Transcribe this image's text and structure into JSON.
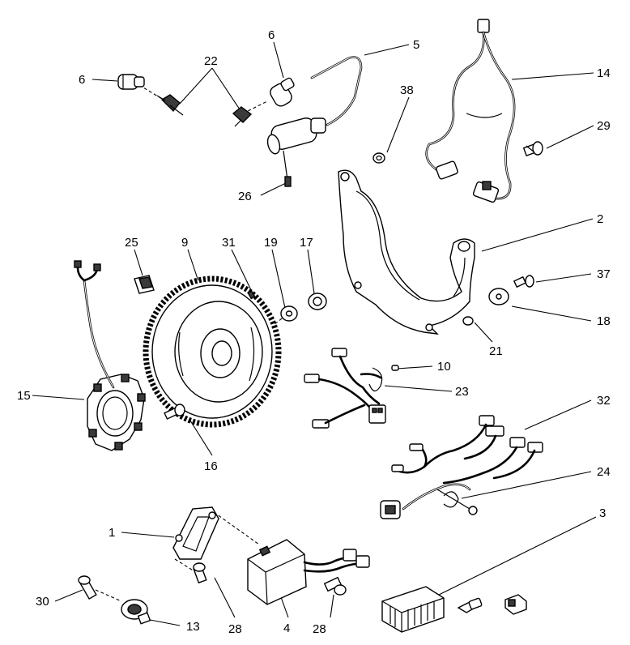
{
  "labels": [
    {
      "id": "l6a",
      "text": "6"
    },
    {
      "id": "l22",
      "text": "22"
    },
    {
      "id": "l6b",
      "text": "6"
    },
    {
      "id": "l5",
      "text": "5"
    },
    {
      "id": "l38",
      "text": "38"
    },
    {
      "id": "l14",
      "text": "14"
    },
    {
      "id": "l29",
      "text": "29"
    },
    {
      "id": "l26",
      "text": "26"
    },
    {
      "id": "l2",
      "text": "2"
    },
    {
      "id": "l25",
      "text": "25"
    },
    {
      "id": "l9",
      "text": "9"
    },
    {
      "id": "l31",
      "text": "31"
    },
    {
      "id": "l19",
      "text": "19"
    },
    {
      "id": "l17",
      "text": "17"
    },
    {
      "id": "l37",
      "text": "37"
    },
    {
      "id": "l18",
      "text": "18"
    },
    {
      "id": "l21",
      "text": "21"
    },
    {
      "id": "l10",
      "text": "10"
    },
    {
      "id": "l15",
      "text": "15"
    },
    {
      "id": "l23",
      "text": "23"
    },
    {
      "id": "l32",
      "text": "32"
    },
    {
      "id": "l16",
      "text": "16"
    },
    {
      "id": "l24",
      "text": "24"
    },
    {
      "id": "l1",
      "text": "1"
    },
    {
      "id": "l3",
      "text": "3"
    },
    {
      "id": "l30",
      "text": "30"
    },
    {
      "id": "l13",
      "text": "13"
    },
    {
      "id": "l28a",
      "text": "28"
    },
    {
      "id": "l4",
      "text": "4"
    },
    {
      "id": "l28b",
      "text": "28"
    }
  ]
}
